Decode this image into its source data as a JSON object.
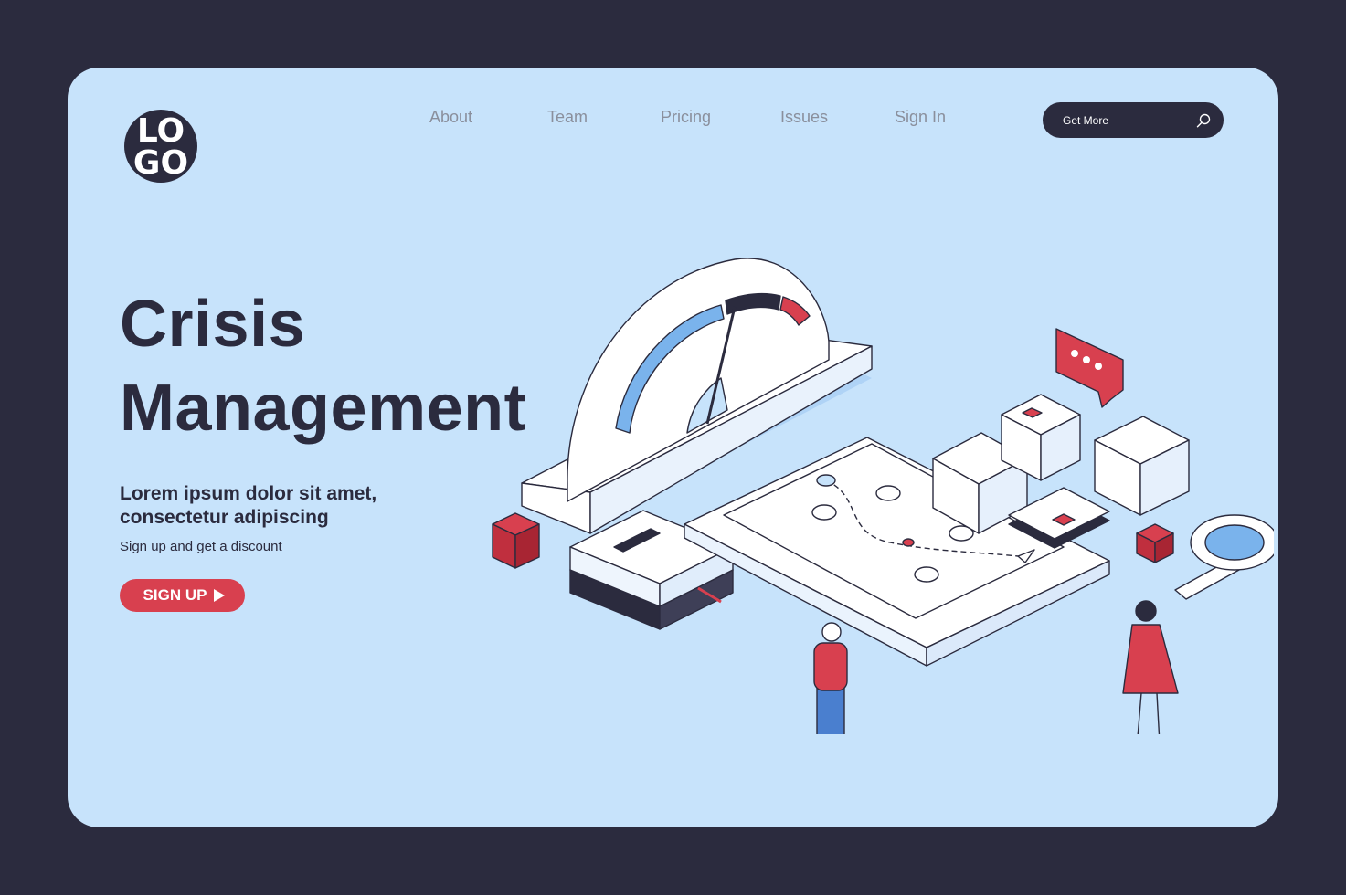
{
  "logo": {
    "line1": "LO",
    "line2": "GO"
  },
  "nav": {
    "items": [
      {
        "label": "About"
      },
      {
        "label": "Team"
      },
      {
        "label": "Pricing"
      },
      {
        "label": "Issues"
      },
      {
        "label": "Sign In"
      }
    ]
  },
  "search": {
    "placeholder": "Get More",
    "icon": "search-icon"
  },
  "hero": {
    "title_line1": "Crisis",
    "title_line2": "Management",
    "subtitle_line1": "Lorem ipsum dolor sit amet,",
    "subtitle_line2": "consectetur adipiscing",
    "small_text": "Sign up and get a discount",
    "cta_label": "SIGN UP"
  },
  "colors": {
    "background": "#2b2b3e",
    "card": "#c7e3fb",
    "accent": "#d8404f",
    "dark": "#2b2b3e",
    "nav_text": "#8a8f9c"
  }
}
